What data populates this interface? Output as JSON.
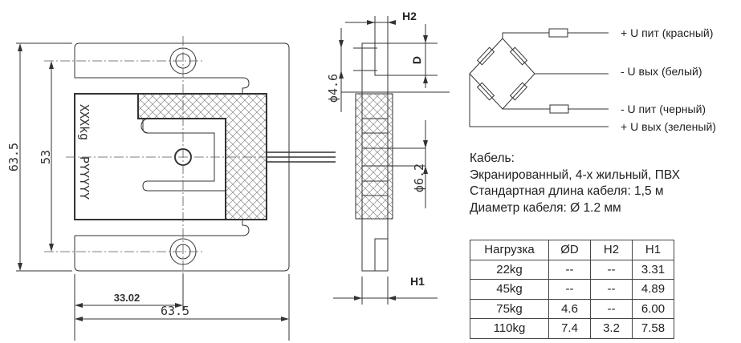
{
  "drawing": {
    "dim_height_total": "63.5",
    "dim_hole_spacing": "53",
    "dim_width_total": "63.5",
    "dim_center_offset": "33.02",
    "marking_line1": "XXXkg",
    "marking_line2": "PYYYYY",
    "side_h2": "H2",
    "side_h1": "H1",
    "side_d": "D",
    "side_dia_small": "ϕ4.6",
    "side_dia_large": "ϕ6.2"
  },
  "wiring": {
    "labels": [
      "+ U пит (красный)",
      "- U вых (белый)",
      "- U пит (черный)",
      "+ U вых (зеленый)"
    ]
  },
  "cable": {
    "lines": [
      "Кабель:",
      "Экранированный, 4-х жильный, ПВХ",
      "Стандартная длина кабеля: 1,5 м",
      "Диаметр кабеля: Ø 1.2 мм"
    ]
  },
  "table": {
    "headers": [
      "Нагрузка",
      "ØD",
      "H2",
      "H1"
    ],
    "rows": [
      [
        "22kg",
        "--",
        "--",
        "3.31"
      ],
      [
        "45kg",
        "--",
        "--",
        "4.89"
      ],
      [
        "75kg",
        "4.6",
        "--",
        "6.00"
      ],
      [
        "110kg",
        "7.4",
        "3.2",
        "7.58"
      ]
    ]
  }
}
